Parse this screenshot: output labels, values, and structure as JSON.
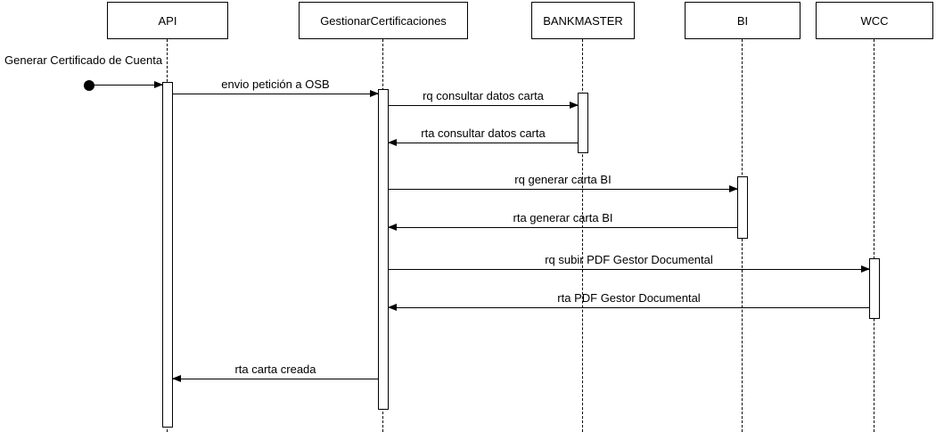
{
  "diagram": {
    "type": "uml-sequence",
    "background_color": "#ffffff",
    "line_color": "#000000",
    "box_fill_color": "#ffffff"
  },
  "participants": [
    {
      "name": "API"
    },
    {
      "name": "GestionarCertificaciones"
    },
    {
      "name": "BANKMASTER"
    },
    {
      "name": "BI"
    },
    {
      "name": "WCC"
    }
  ],
  "start_message": {
    "label": "Generar Certificado de Cuenta",
    "to": "API"
  },
  "messages": [
    {
      "label": "envio petición a OSB",
      "from": "API",
      "to": "GestionarCertificaciones",
      "direction": "right"
    },
    {
      "label": "rq consultar datos carta",
      "from": "GestionarCertificaciones",
      "to": "BANKMASTER",
      "direction": "right"
    },
    {
      "label": "rta consultar datos carta",
      "from": "BANKMASTER",
      "to": "GestionarCertificaciones",
      "direction": "left"
    },
    {
      "label": "rq generar carta BI",
      "from": "GestionarCertificaciones",
      "to": "BI",
      "direction": "right"
    },
    {
      "label": "rta generar carta BI",
      "from": "BI",
      "to": "GestionarCertificaciones",
      "direction": "left"
    },
    {
      "label": "rq subir PDF Gestor Documental",
      "from": "GestionarCertificaciones",
      "to": "WCC",
      "direction": "right"
    },
    {
      "label": "rta PDF Gestor Documental",
      "from": "WCC",
      "to": "GestionarCertificaciones",
      "direction": "left"
    },
    {
      "label": "rta carta creada",
      "from": "GestionarCertificaciones",
      "to": "API",
      "direction": "left"
    }
  ]
}
